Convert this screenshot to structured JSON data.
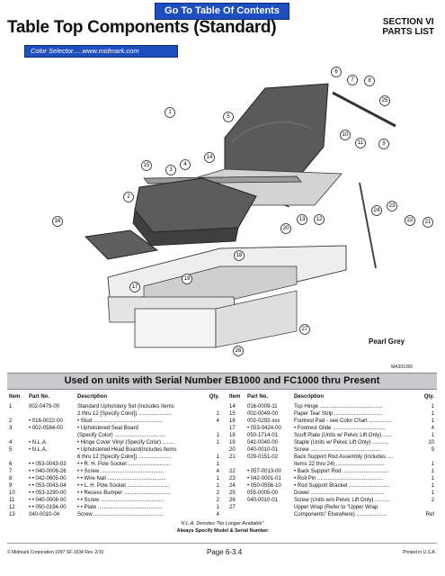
{
  "goto_label": "Go To Table Of Contents",
  "title": "Table Top Components (Standard)",
  "section": {
    "line1": "SECTION VI",
    "line2": "PARTS LIST"
  },
  "color_selector": "Color Selector.....www.midmark.com",
  "diagram": {
    "callouts": [
      "1",
      "2",
      "3",
      "4",
      "5",
      "6",
      "7",
      "8",
      "9",
      "10",
      "11",
      "12",
      "13",
      "14",
      "15",
      "16",
      "17",
      "18",
      "19",
      "20",
      "21",
      "22",
      "23",
      "24",
      "25",
      "26",
      "27"
    ],
    "pearl_label": "Pearl Grey",
    "ref": "MA391300"
  },
  "banner": "Used on units with Serial Number EB1000 and FC1000 thru Present",
  "table_headers": {
    "item": "Item",
    "part": "Part No.",
    "desc": "Description",
    "qty": "Qty."
  },
  "left_rows": [
    {
      "item": "1",
      "part": "002-0479-00",
      "desc": "Standard Upholstery Set (Includes Items",
      "qty": ""
    },
    {
      "item": "",
      "part": "",
      "desc": "2 thru 12 [Specify Color]) ......................",
      "qty": "1"
    },
    {
      "item": "2",
      "part": "• 016-0022-00",
      "desc": "• Stud ..............................................",
      "qty": "4"
    },
    {
      "item": "3",
      "part": "• 002-0584-00",
      "desc": "• Upholstered Seat Board",
      "qty": ""
    },
    {
      "item": "",
      "part": "",
      "desc": "(Specify Color) ..................................",
      "qty": "1"
    },
    {
      "item": "4",
      "part": "•     N.L.A.",
      "desc": "• Hinge Cover Vinyl (Specify Color) ........",
      "qty": "1"
    },
    {
      "item": "5",
      "part": "•     N.L.A.",
      "desc": "• Upholstered Head Board(Includes Items",
      "qty": ""
    },
    {
      "item": "",
      "part": "",
      "desc": "6 thru 12 [Specify Color]) ......................",
      "qty": "1"
    },
    {
      "item": "6",
      "part": "• • 053-0043-03",
      "desc": "• • R. H. Pole Socket ............................",
      "qty": "1"
    },
    {
      "item": "7",
      "part": "• • 040-0006-26",
      "desc": "• • Screw ..........................................",
      "qty": "4"
    },
    {
      "item": "8",
      "part": "• • 042-0605-00",
      "desc": "• • Wire Nail .......................................",
      "qty": "1"
    },
    {
      "item": "9",
      "part": "• • 053-0043-04",
      "desc": "• • L. H. Pole Socket ............................",
      "qty": "1"
    },
    {
      "item": "10",
      "part": "• • 053-1290-00",
      "desc": "• • Recess Bumper ...............................",
      "qty": "2"
    },
    {
      "item": "11",
      "part": "• • 040-0008-00",
      "desc": "• • Screw ..........................................",
      "qty": "2"
    },
    {
      "item": "12",
      "part": "• • 050-0194-00",
      "desc": "• • Plate ...........................................",
      "qty": "1"
    },
    {
      "item": "13",
      "part": "040-0010-04",
      "desc": "Screw ..............................................",
      "qty": "4"
    }
  ],
  "right_rows": [
    {
      "item": "14",
      "part": "016-0009-11",
      "desc": "Top Hinge ..........................................",
      "qty": "1"
    },
    {
      "item": "15",
      "part": "002-0049-00",
      "desc": "Paper Tear Strip ................................",
      "qty": "1"
    },
    {
      "item": "16",
      "part": "002-0292-xxx",
      "desc": "Footrest Pad - see Color Chart ...............",
      "qty": "1"
    },
    {
      "item": "17",
      "part": "• 053-0424-00",
      "desc": "• Footrest Glide ...................................",
      "qty": "4"
    },
    {
      "item": "18",
      "part": "050-1714-01",
      "desc": "Scuff Plate (Units w/ Pelvic Lift Only) ......",
      "qty": "1"
    },
    {
      "item": "19",
      "part": "042-0040-00",
      "desc": "Staple (Units w/ Pelvic Lift Only) ...........",
      "qty": "10"
    },
    {
      "item": "20",
      "part": "040-0010-01",
      "desc": "Screw ...............................................",
      "qty": "9"
    },
    {
      "item": "21",
      "part": "029-0151-02",
      "desc": "Back Support Rod Assembly (Includes ....",
      "qty": ""
    },
    {
      "item": "",
      "part": "",
      "desc": "Items 22 thru 24) ................................",
      "qty": "1"
    },
    {
      "item": "22",
      "part": "• 057-0013-00",
      "desc": "• Back Support Rod ...............................",
      "qty": "1"
    },
    {
      "item": "23",
      "part": "• 042-0001-01",
      "desc": "• Roll Pin ............................................",
      "qty": "1"
    },
    {
      "item": "24",
      "part": "• 050-0556-10",
      "desc": "• Rod Support Bracket ...........................",
      "qty": "1"
    },
    {
      "item": "25",
      "part": "055-0005-00",
      "desc": "Dowel .................................................",
      "qty": "1"
    },
    {
      "item": "26",
      "part": "040-0010-01",
      "desc": "Screw (Units w/o Pelvic Lift Only) ..........",
      "qty": "2"
    },
    {
      "item": "27",
      "part": "",
      "desc": "Upper Wrap (Refer to \"Upper Wrap",
      "qty": ""
    },
    {
      "item": "",
      "part": "",
      "desc": "Components\" Elsewhere) ....................",
      "qty": "Ref"
    }
  ],
  "nla_note": "N.L.A. Denotes \"No Longer Available\"",
  "specify_note": "Always Specify Model & Serial Number",
  "footer": {
    "left": "© Midmark Corporation 1997 SF-1534   Rev. 2/10",
    "center": "Page 6-3.4",
    "right": "Printed in U.S.A."
  }
}
